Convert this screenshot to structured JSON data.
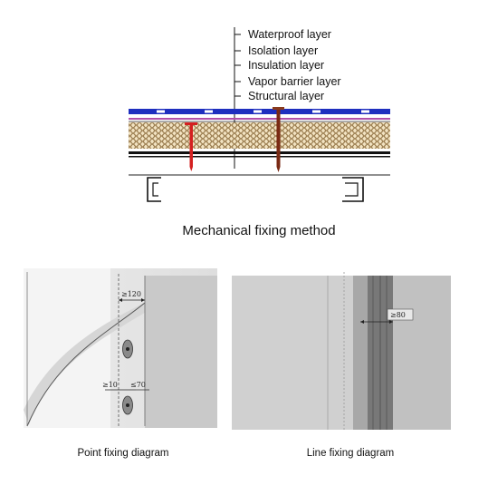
{
  "top_diagram": {
    "layer_labels": [
      "Waterproof layer",
      "Isolation layer",
      "Insulation layer",
      "Vapor barrier layer",
      "Structural layer"
    ],
    "caption": "Mechanical fixing method",
    "colors": {
      "waterproof": "#1e2fbf",
      "isolation": "#b24fa8",
      "insulation_fill": "#f2e3c2",
      "fastener": "#d42020"
    }
  },
  "point_diagram": {
    "caption": "Point fixing diagram",
    "dim_overlap": "≥120",
    "dim_edge": "≥10",
    "dim_spacing": "≤70"
  },
  "line_diagram": {
    "caption": "Line fixing diagram",
    "dim_overlap": "≥80"
  }
}
